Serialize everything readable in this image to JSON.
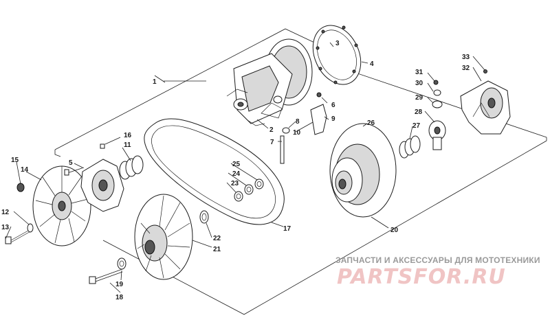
{
  "diagram": {
    "callouts": [
      "1",
      "2",
      "3",
      "4",
      "5",
      "6",
      "7",
      "8",
      "9",
      "10",
      "11",
      "12",
      "13",
      "14",
      "15",
      "16",
      "17",
      "18",
      "19",
      "20",
      "21",
      "22",
      "23",
      "24",
      "25",
      "26",
      "27",
      "28",
      "29",
      "30",
      "31",
      "32",
      "33"
    ]
  },
  "watermark": {
    "caption": "ЗАПЧАСТИ И АКСЕССУАРЫ ДЛЯ МОТОТЕХНИКИ",
    "logo": "PARTSFOR.RU"
  }
}
